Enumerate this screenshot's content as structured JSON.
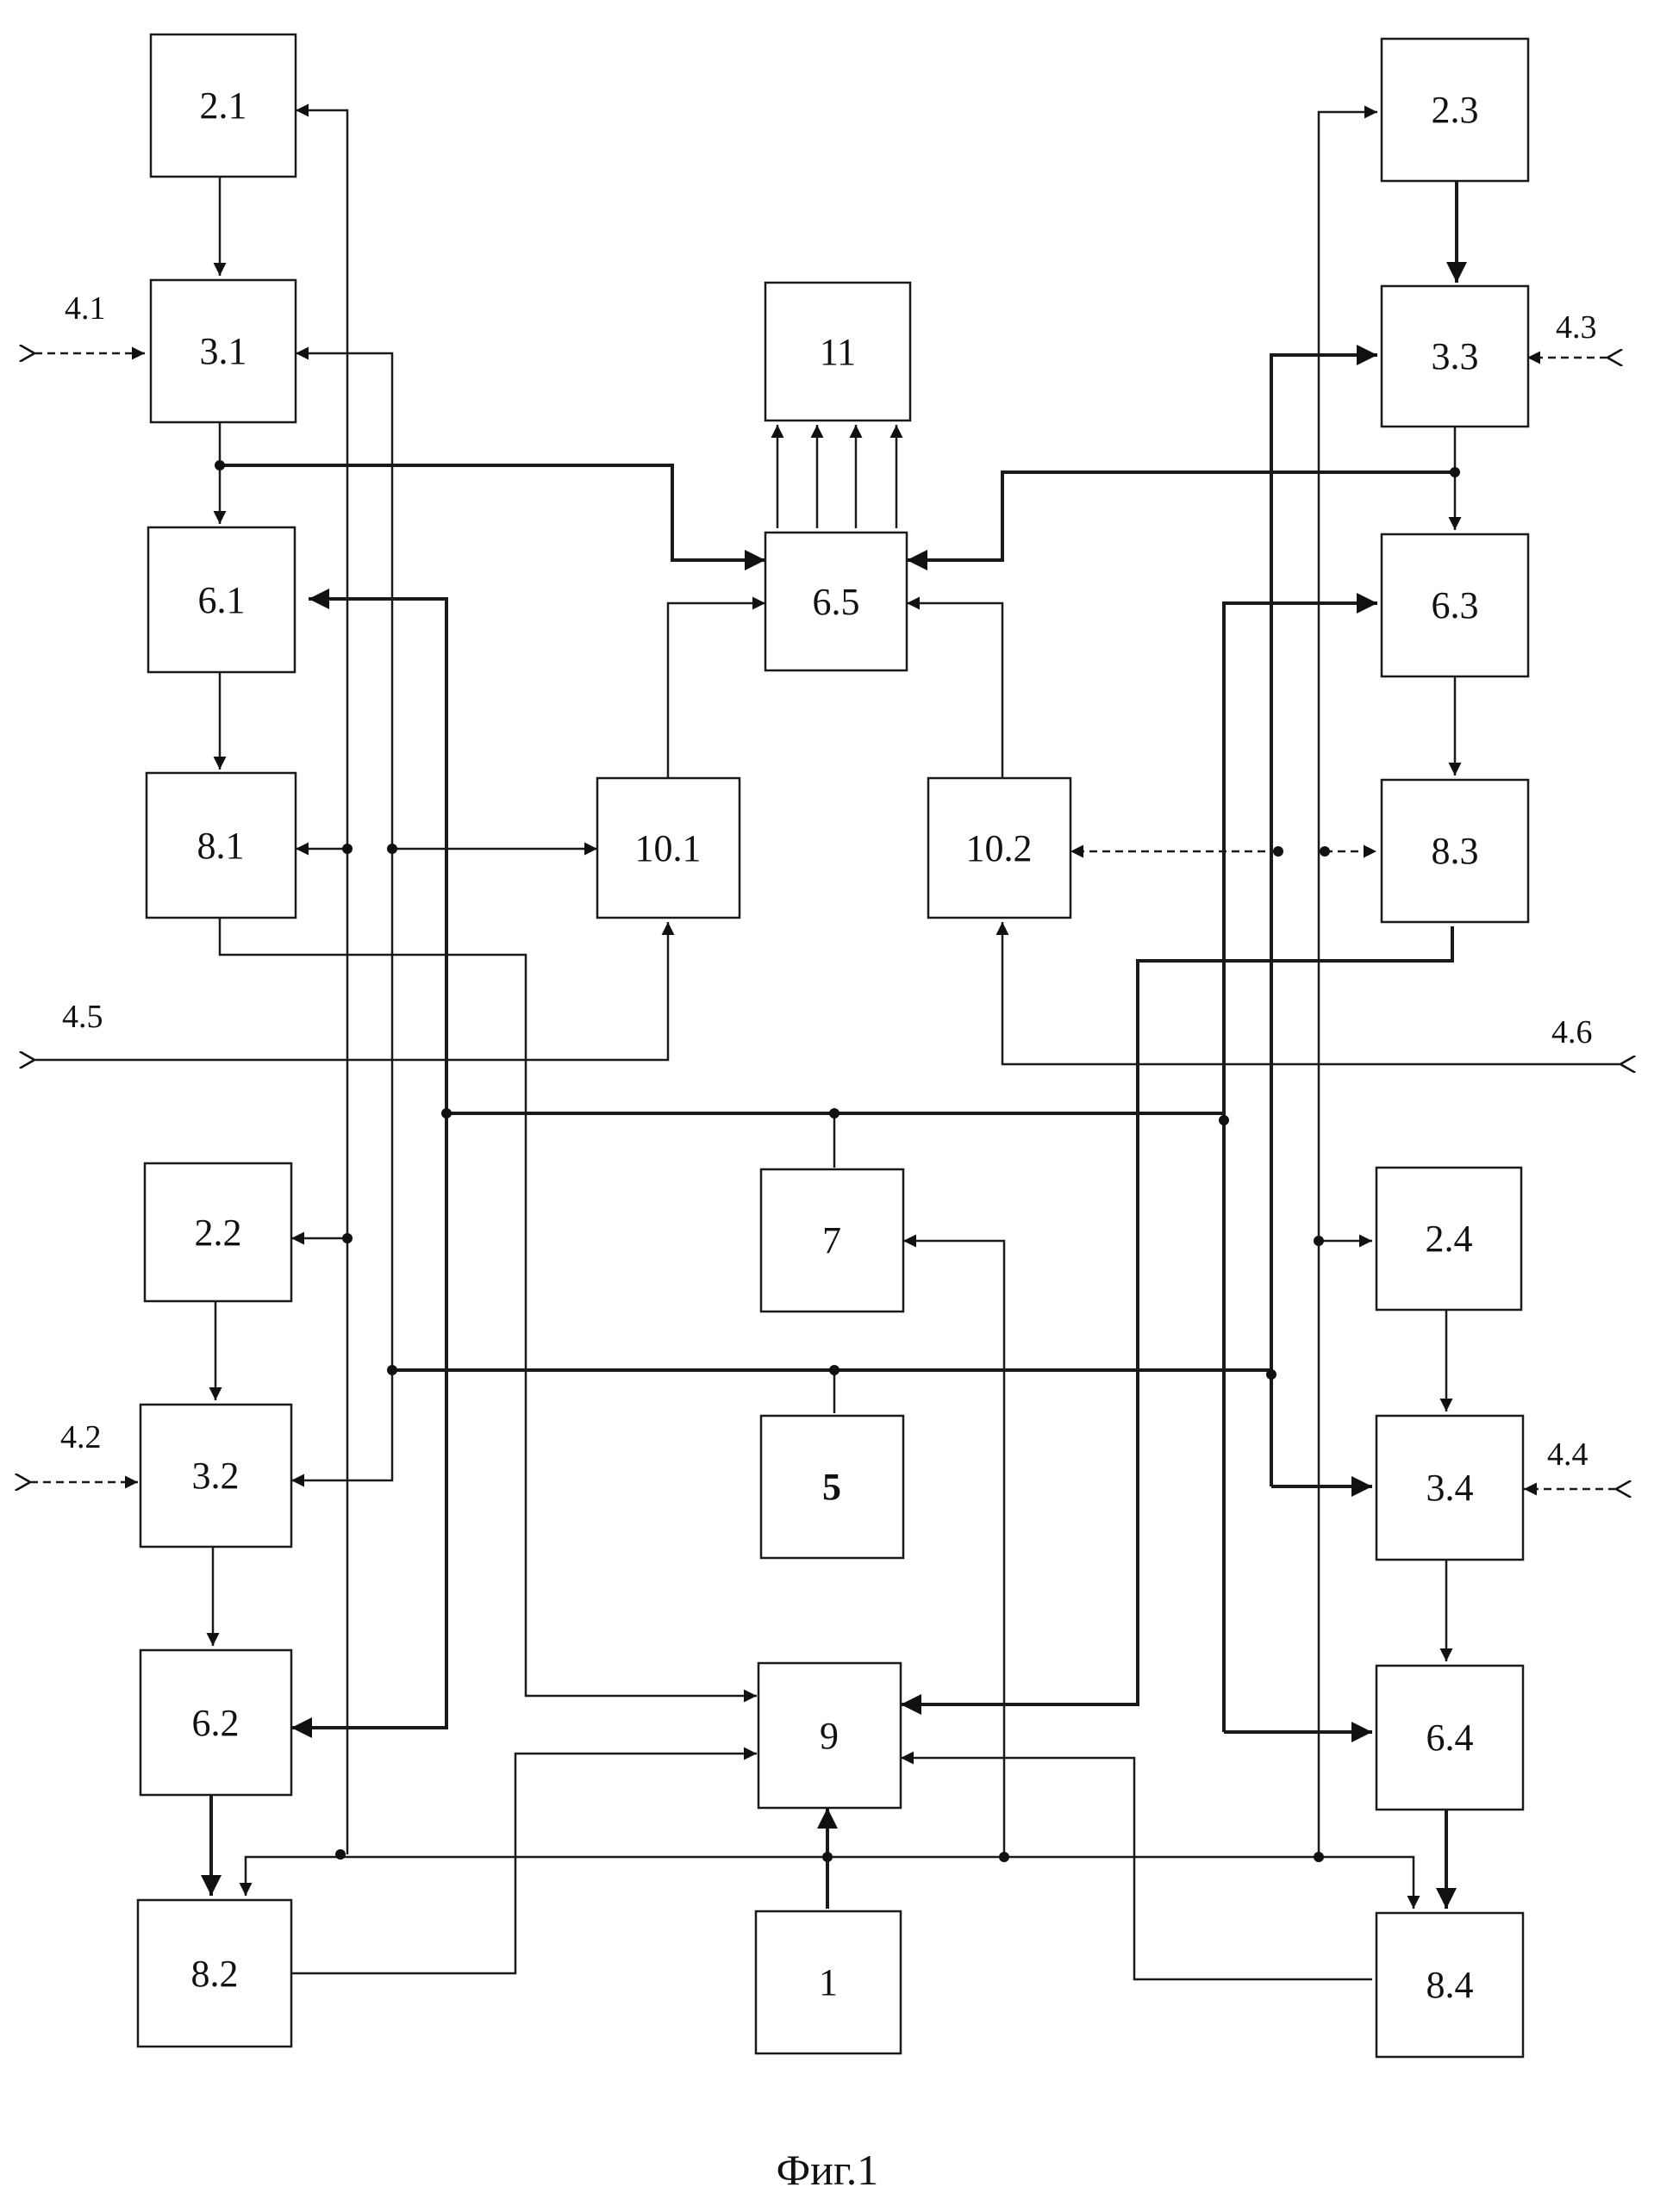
{
  "blocks": {
    "b21": "2.1",
    "b31": "3.1",
    "b61": "6.1",
    "b81": "8.1",
    "b22": "2.2",
    "b32": "3.2",
    "b62": "6.2",
    "b82": "8.2",
    "b23": "2.3",
    "b33": "3.3",
    "b63": "6.3",
    "b83": "8.3",
    "b24": "2.4",
    "b34": "3.4",
    "b64": "6.4",
    "b84": "8.4",
    "b11": "11",
    "b65": "6.5",
    "b101": "10.1",
    "b102": "10.2",
    "b7": "7",
    "b5": "5",
    "b9": "9",
    "b1": "1"
  },
  "inputs": {
    "i41": "4.1",
    "i42": "4.2",
    "i43": "4.3",
    "i44": "4.4",
    "i45": "4.5",
    "i46": "4.6"
  },
  "caption": "Фиг.1"
}
